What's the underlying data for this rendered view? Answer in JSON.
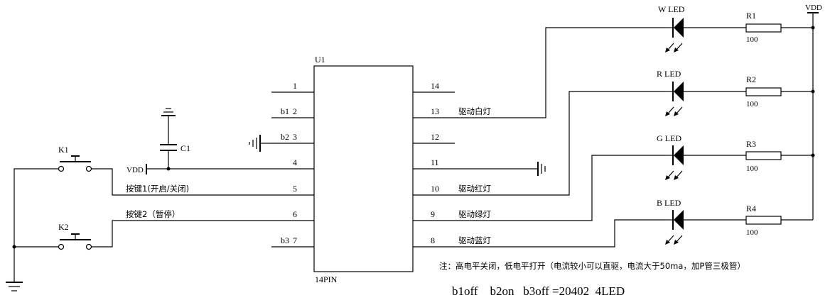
{
  "ic": {
    "ref": "U1",
    "package": "14PIN",
    "left_pins": [
      {
        "num": "1",
        "label": ""
      },
      {
        "num": "2",
        "label": "b1"
      },
      {
        "num": "3",
        "label": "b2"
      },
      {
        "num": "4",
        "label": ""
      },
      {
        "num": "5",
        "label": ""
      },
      {
        "num": "6",
        "label": ""
      },
      {
        "num": "7",
        "label": "b3"
      }
    ],
    "right_pins": [
      {
        "num": "14",
        "label": ""
      },
      {
        "num": "13",
        "label": "驱动白灯"
      },
      {
        "num": "12",
        "label": ""
      },
      {
        "num": "11",
        "label": ""
      },
      {
        "num": "10",
        "label": "驱动红灯"
      },
      {
        "num": "9",
        "label": "驱动绿灯"
      },
      {
        "num": "8",
        "label": "驱动蓝灯"
      }
    ]
  },
  "leds": [
    {
      "label": "W LED",
      "resistor": "R1",
      "value": "100"
    },
    {
      "label": "R LED",
      "resistor": "R2",
      "value": "100"
    },
    {
      "label": "G LED",
      "resistor": "R3",
      "value": "100"
    },
    {
      "label": "B LED",
      "resistor": "R4",
      "value": "100"
    }
  ],
  "vdd_top": "VDD",
  "vdd_left": "VDD",
  "capacitor": "C1",
  "switches": [
    {
      "ref": "K1",
      "net": "按键1(开启/关闭)"
    },
    {
      "ref": "K2",
      "net": "按键2（暂停）"
    }
  ],
  "note": "注：高电平关闭，低电平打开（电流较小可以直驱，电流大于50ma，加P管三极管）",
  "config": "b1off    b2on   b3off =20402  4LED"
}
